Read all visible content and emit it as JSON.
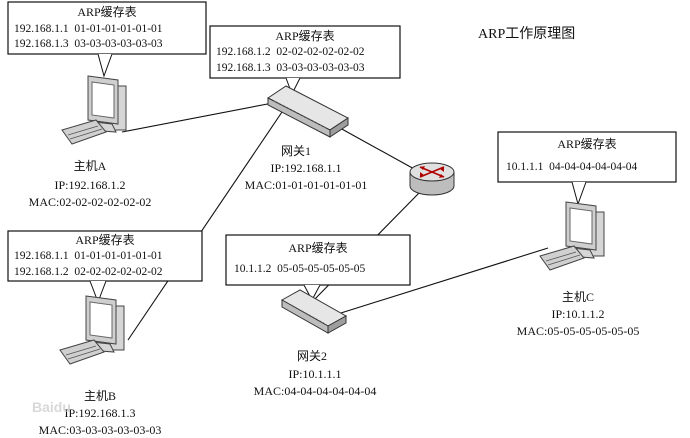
{
  "diagram": {
    "title": "ARP工作原理图",
    "arp_tables": [
      {
        "id": "a",
        "title": "ARP缓存表",
        "rows": [
          "192.168.1.1  01-01-01-01-01-01",
          "192.168.1.3  03-03-03-03-03-03"
        ]
      },
      {
        "id": "gw1",
        "title": "ARP缓存表",
        "rows": [
          "192.168.1.2  02-02-02-02-02-02",
          "192.168.1.3  03-03-03-03-03-03"
        ]
      },
      {
        "id": "b",
        "title": "ARP缓存表",
        "rows": [
          "192.168.1.1  01-01-01-01-01-01",
          "192.168.1.2  02-02-02-02-02-02"
        ]
      },
      {
        "id": "gw2",
        "title": "ARP缓存表",
        "rows": [
          "10.1.1.2  05-05-05-05-05-05"
        ]
      },
      {
        "id": "c",
        "title": "ARP缓存表",
        "rows": [
          "10.1.1.1  04-04-04-04-04-04"
        ]
      }
    ],
    "hosts": [
      {
        "id": "a",
        "name": "主机A",
        "ip": "IP:192.168.1.2",
        "mac": "MAC:02-02-02-02-02-02"
      },
      {
        "id": "b",
        "name": "主机B",
        "ip": "IP:192.168.1.3",
        "mac": "MAC:03-03-03-03-03-03"
      },
      {
        "id": "c",
        "name": "主机C",
        "ip": "IP:10.1.1.2",
        "mac": "MAC:05-05-05-05-05-05"
      }
    ],
    "gateways": [
      {
        "id": "gw1",
        "name": "网关1",
        "ip": "IP:192.168.1.1",
        "mac": "MAC:01-01-01-01-01-01"
      },
      {
        "id": "gw2",
        "name": "网关2",
        "ip": "IP:10.1.1.1",
        "mac": "MAC:04-04-04-04-04-04"
      }
    ],
    "watermark": "Baidu"
  }
}
